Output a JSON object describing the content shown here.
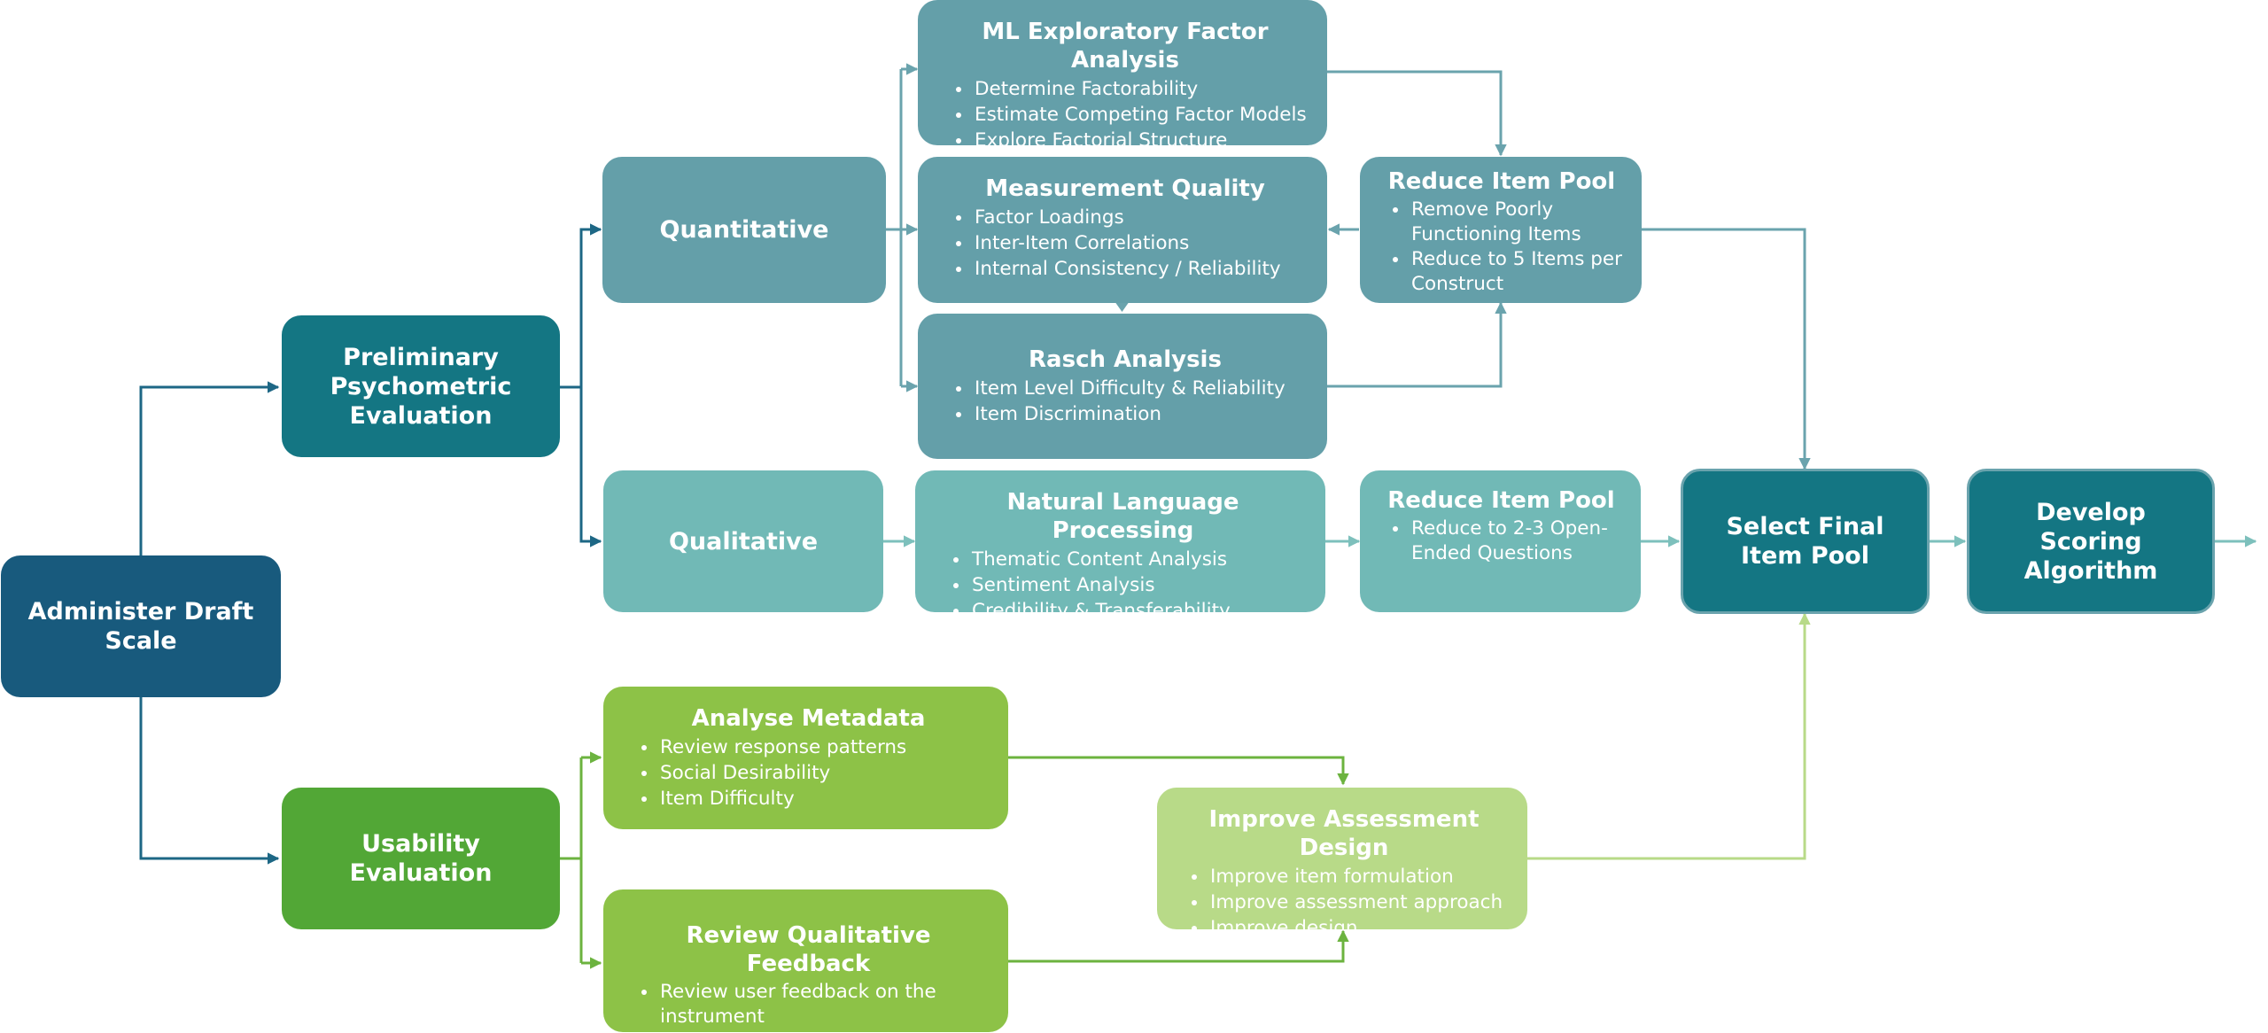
{
  "colors": {
    "administer": "#185a7d",
    "dark_teal": "#147683",
    "mid_teal": "#649fa9",
    "light_teal": "#71b9b6",
    "green": "#52a736",
    "light_green": "#8dc247",
    "pale_green": "#b8da88",
    "edge_dark": "#1d6785",
    "edge_teal": "#6aa3ad",
    "edge_light_teal": "#7dc0bc",
    "edge_green": "#6cb33f",
    "edge_pale_green": "#b8da88"
  },
  "nodes": {
    "administer": {
      "title": "Administer Draft Scale"
    },
    "preliminary": {
      "title": "Preliminary Psychometric Evaluation"
    },
    "usability": {
      "title": "Usability Evaluation"
    },
    "quantitative": {
      "title": "Quantitative"
    },
    "qualitative": {
      "title": "Qualitative"
    },
    "efa": {
      "title": "ML Exploratory Factor Analysis",
      "bullets": [
        "Determine Factorability",
        "Estimate Competing Factor Models",
        "Explore Factorial Structure"
      ]
    },
    "measurement": {
      "title": "Measurement Quality",
      "bullets": [
        "Factor Loadings",
        "Inter-Item Correlations",
        "Internal Consistency / Reliability"
      ]
    },
    "rasch": {
      "title": "Rasch Analysis",
      "bullets": [
        "Item Level Difficulty & Reliability",
        "Item Discrimination"
      ]
    },
    "reduce_quant": {
      "title": "Reduce Item Pool",
      "bullets": [
        "Remove Poorly Functioning Items",
        "Reduce to 5 Items per Construct"
      ]
    },
    "nlp": {
      "title": "Natural Language Processing",
      "bullets": [
        "Thematic Content Analysis",
        "Sentiment Analysis",
        "Credibility & Transferability"
      ]
    },
    "reduce_qual": {
      "title": "Reduce Item Pool",
      "bullets": [
        "Reduce to 2-3 Open-Ended Questions"
      ]
    },
    "select_final": {
      "title": "Select Final Item Pool"
    },
    "develop_scoring": {
      "title": "Develop Scoring Algorithm"
    },
    "metadata": {
      "title": "Analyse Metadata",
      "bullets": [
        "Review response patterns",
        "Social Desirability",
        "Item Difficulty"
      ]
    },
    "feedback": {
      "title": "Review Qualitative Feedback",
      "bullets": [
        "Review user feedback on the instrument"
      ]
    },
    "improve": {
      "title": "Improve Assessment Design",
      "bullets": [
        "Improve item formulation",
        "Improve assessment approach",
        "Improve design"
      ]
    }
  }
}
